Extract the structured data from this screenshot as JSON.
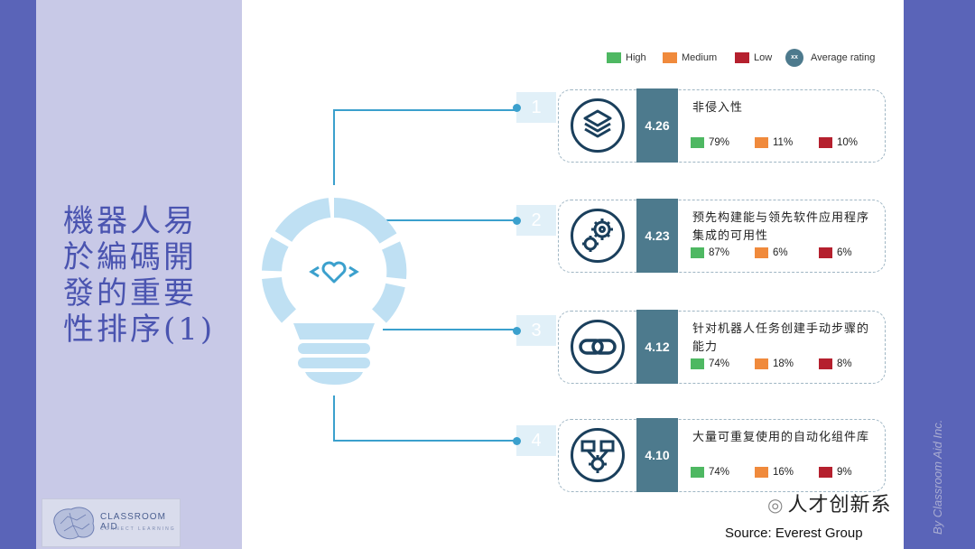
{
  "slide": {
    "title": "機器人易\n於編碼開\n發的重要\n性排序(1)",
    "source": "Source: Everest Group",
    "vertical_credit": "By Classroom Aid Inc.",
    "watermark": "人才创新系",
    "logo": {
      "name": "CLASSROOM AID",
      "tagline": "CONNECT LEARNING"
    },
    "center_icon": "heart-code-icon"
  },
  "legend": {
    "high": "High",
    "medium": "Medium",
    "low": "Low",
    "avg_badge": "xx",
    "avg": "Average rating"
  },
  "colors": {
    "high": "#4eb862",
    "medium": "#f08a3c",
    "low": "#b5202e",
    "score": "#4d7a8d",
    "connector": "#3ba0cd",
    "bulb": "#bfe0f3"
  },
  "items": [
    {
      "num": "1",
      "score": "4.26",
      "title": "非侵入性",
      "high": "79%",
      "medium": "11%",
      "low": "10%",
      "icon": "layers-icon"
    },
    {
      "num": "2",
      "score": "4.23",
      "title": "预先构建能与领先软件应用程序集成的可用性",
      "high": "87%",
      "medium": "6%",
      "low": "6%",
      "icon": "gears-icon"
    },
    {
      "num": "3",
      "score": "4.12",
      "title": "针对机器人任务创建手动步骤的能力",
      "high": "74%",
      "medium": "18%",
      "low": "8%",
      "icon": "chain-link-icon"
    },
    {
      "num": "4",
      "score": "4.10",
      "title": "大量可重复使用的自动化组件库",
      "high": "74%",
      "medium": "16%",
      "low": "9%",
      "icon": "component-library-icon"
    }
  ]
}
